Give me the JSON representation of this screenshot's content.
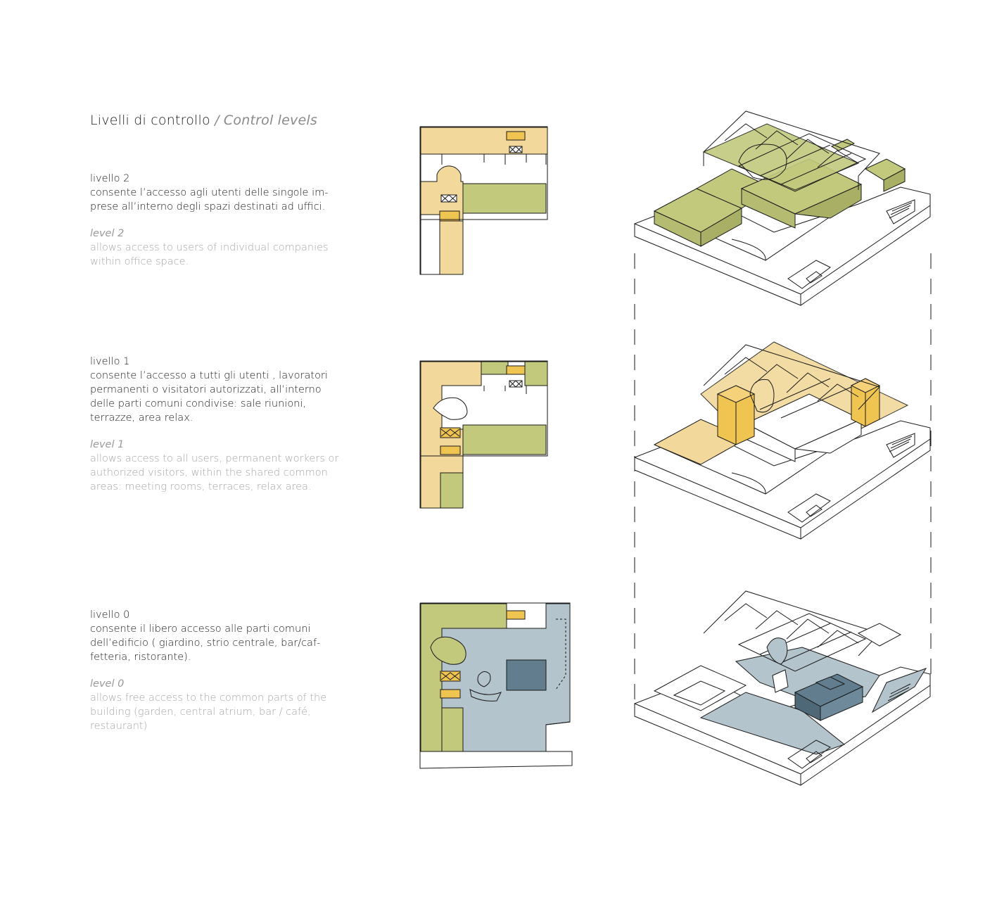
{
  "title": {
    "it": "Livelli di controllo",
    "sep": " / ",
    "en": "Control levels"
  },
  "levels": [
    {
      "it_heading": "livello 2",
      "it_text": "consente l’accesso agli utenti delle singole im-prese all’interno degli spazi destinati ad uffici.",
      "en_heading": "level 2",
      "en_text": "allows access to users of individual companies within office space."
    },
    {
      "it_heading": "livello 1",
      "it_text": "consente l’accesso a tutti gli utenti , lavoratori permanenti o visitatori autorizzati, all’interno delle parti comuni condivise: sale riunioni, terrazze, area relax.",
      "en_heading": "level 1",
      "en_text": "allows access to all users, permanent workers or authorized visitors, within the shared common areas: meeting rooms, terraces, relax area."
    },
    {
      "it_heading": "livello 0",
      "it_text": "consente il libero accesso alle parti comuni dell’edificio ( giardino, strio centrale, bar/caf-fetteria, ristorante).",
      "en_heading": "level 0",
      "en_text": "allows free access to the common parts of the building (garden, central atrium, bar / café, restaurant)"
    }
  ],
  "colors": {
    "green": "#c2c97d",
    "beige": "#f2d99b",
    "orange": "#f0c451",
    "lightblue": "#b4c4cc",
    "darkblue": "#617d8e",
    "line": "#1a1a1a"
  }
}
